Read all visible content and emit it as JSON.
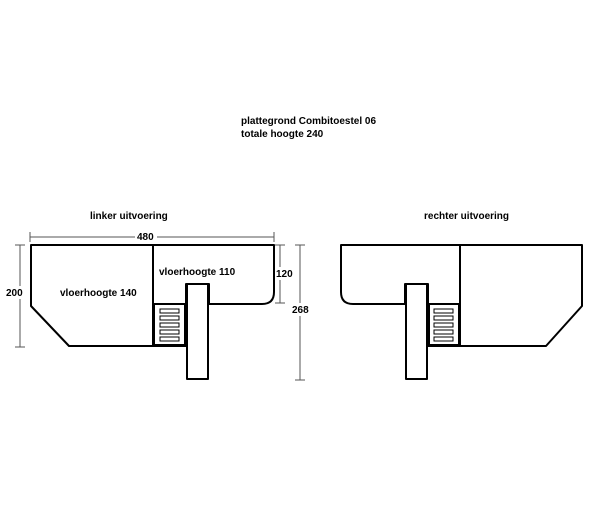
{
  "title": {
    "line1": "plattegrond Combitoestel 06",
    "line2": "totale hoogte 240"
  },
  "left_variant": {
    "heading": "linker uitvoering",
    "room_left_label": "vloerhoogte 140",
    "room_right_label": "vloerhoogte 110",
    "dim_width": "480",
    "dim_height_left": "200",
    "dim_height_right": "120",
    "dim_total_height": "268"
  },
  "right_variant": {
    "heading": "rechter uitvoering"
  }
}
